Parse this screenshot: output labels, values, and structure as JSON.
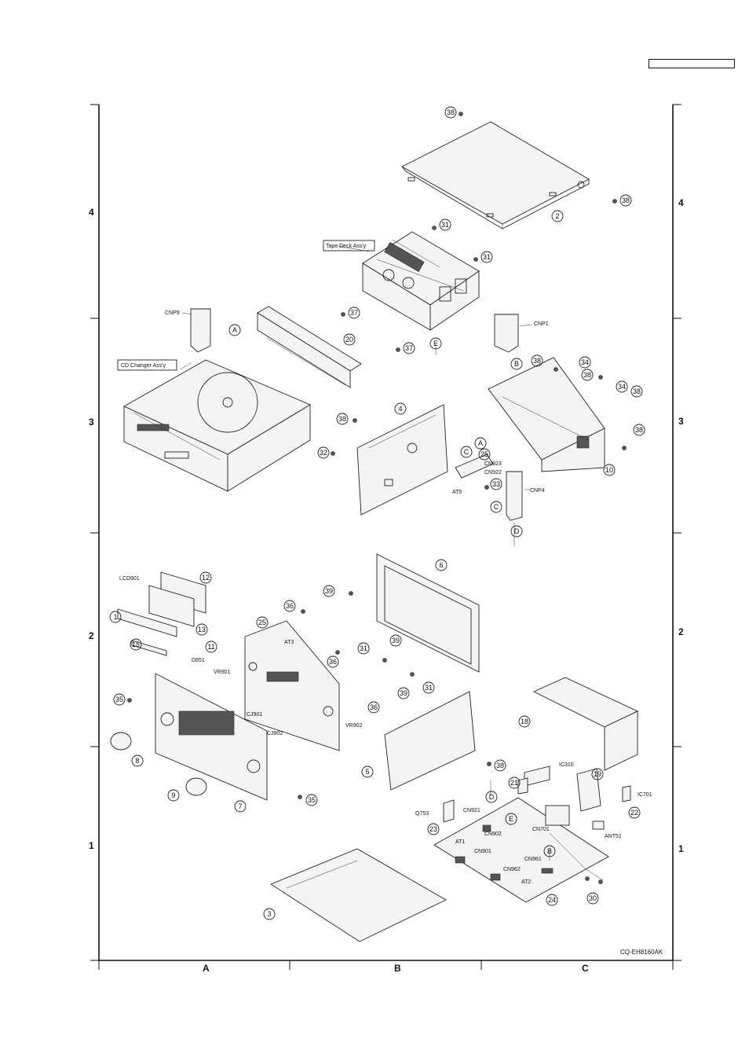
{
  "grid": {
    "rows_left": [
      "4",
      "3",
      "2",
      "1"
    ],
    "rows_right": [
      "4",
      "3",
      "2",
      "1"
    ],
    "columns": [
      "A",
      "B",
      "C"
    ]
  },
  "drawing_code": "CQ-EH8160AK",
  "callouts": {
    "tape_deck": "Tape Deck Ass'y",
    "cd_changer": "CD Changer Ass'y",
    "cnp9": "CNP9",
    "cnp1": "CNP1",
    "cnp4": "CNP4",
    "cn923": "CN923",
    "cn922": "CN922",
    "at5": "AT5",
    "lcd901": "LCD901",
    "d851": "D851",
    "at3": "AT3",
    "vr901": "VR901",
    "vr902": "VR902",
    "cj901": "CJ901",
    "cj902": "CJ902",
    "ic310": "IC310",
    "ic701": "IC701",
    "q753": "Q753",
    "cn921": "CN921",
    "cn902": "CN902",
    "cn701": "CN701",
    "ant51": "ANT51",
    "at1": "AT1",
    "cn901": "CN901",
    "cn961": "CN961",
    "cn962": "CN962",
    "at2": "AT2"
  },
  "connector_letters": {
    "a1": "A",
    "a2": "A",
    "b1": "B",
    "b2": "B",
    "c1": "C",
    "c2": "C",
    "d1": "D",
    "d2": "D",
    "e1": "E",
    "e2": "E"
  },
  "part_numbers": {
    "p1": "1",
    "p2": "2",
    "p3": "3",
    "p4": "4",
    "p5": "5",
    "p6": "6",
    "p7": "7",
    "p8": "8",
    "p9": "9",
    "p10": "10",
    "p11": "11",
    "p12": "12",
    "p13": "13",
    "p15": "15",
    "p18": "18",
    "p19": "19",
    "p20": "20",
    "p21": "21",
    "p22": "22",
    "p23": "23",
    "p24": "24",
    "p25a": "25",
    "p25b": "25",
    "p30": "30",
    "p31a": "31",
    "p31b": "31",
    "p31c": "31",
    "p31d": "31",
    "p32": "32",
    "p33": "33",
    "p34a": "34",
    "p34b": "34",
    "p35a": "35",
    "p35b": "35",
    "p36a": "36",
    "p36b": "36",
    "p36c": "36",
    "p37a": "37",
    "p37b": "37",
    "p38a": "38",
    "p38b": "38",
    "p38c": "38",
    "p38d": "38",
    "p38e": "38",
    "p38f": "38",
    "p38g": "38",
    "p38h": "38",
    "p39a": "39",
    "p39b": "39",
    "p39c": "39"
  }
}
